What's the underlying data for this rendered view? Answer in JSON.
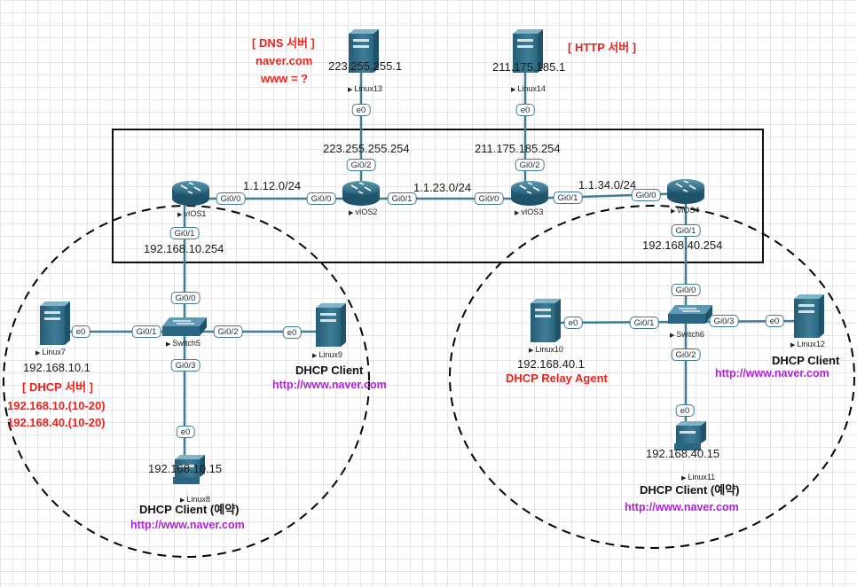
{
  "nodes": {
    "linux13": {
      "name": "Linux13",
      "ip": "223.255.255.1",
      "port": "e0"
    },
    "linux14": {
      "name": "Linux14",
      "ip": "211.175.185.1",
      "port": "e0"
    },
    "vios1": {
      "name": "vIOS1",
      "ports": [
        "Gi0/0",
        "Gi0/1"
      ],
      "lan_ip": "192.168.10.254"
    },
    "vios2": {
      "name": "vIOS2",
      "ports": [
        "Gi0/0",
        "Gi0/1",
        "Gi0/2"
      ],
      "wan_ip": "223.255.255.254"
    },
    "vios3": {
      "name": "vIOS3",
      "ports": [
        "Gi0/0",
        "Gi0/1",
        "Gi0/2"
      ],
      "wan_ip": "211.175.185.254"
    },
    "vios4": {
      "name": "vIOS4",
      "ports": [
        "Gi0/0",
        "Gi0/1"
      ],
      "lan_ip": "192.168.40.254"
    },
    "switch5": {
      "name": "Switch5",
      "ports": [
        "Gi0/0",
        "Gi0/1",
        "Gi0/2",
        "Gi0/3"
      ]
    },
    "switch6": {
      "name": "Switch6",
      "ports": [
        "Gi0/0",
        "Gi0/1",
        "Gi0/2",
        "Gi0/3"
      ]
    },
    "linux7": {
      "name": "Linux7",
      "ip": "192.168.10.1",
      "port": "e0"
    },
    "linux8": {
      "name": "Linux8",
      "ip": "192.168.10.15",
      "port": "e0"
    },
    "linux9": {
      "name": "Linux9",
      "port": "e0"
    },
    "linux10": {
      "name": "Linux10",
      "ip": "192.168.40.1",
      "port": "e0"
    },
    "linux11": {
      "name": "Linux11",
      "ip": "192.168.40.15",
      "port": "e0"
    },
    "linux12": {
      "name": "Linux12",
      "port": "e0"
    }
  },
  "links": {
    "net12": "1.1.12.0/24",
    "net23": "1.1.23.0/24",
    "net34": "1.1.34.0/24"
  },
  "annotations": {
    "dns_server": [
      "[ DNS 서버 ]",
      "naver.com",
      "www = ?"
    ],
    "http_server": "[ HTTP 서버 ]",
    "dhcp_server": [
      "[ DHCP 서버 ]",
      "192.168.10.(10-20)",
      "192.168.40.(10-20)"
    ],
    "dhcp_relay": "DHCP Relay Agent",
    "dhcp_client": "DHCP Client",
    "dhcp_client_reserved": "DHCP Client (예약)",
    "url": "http://www.naver.com"
  },
  "colors": {
    "annotation_red": "#e8241c",
    "url_purple": "#b31ee0",
    "link_blue": "#3f7c94",
    "router_teal": "#2f6d88"
  }
}
